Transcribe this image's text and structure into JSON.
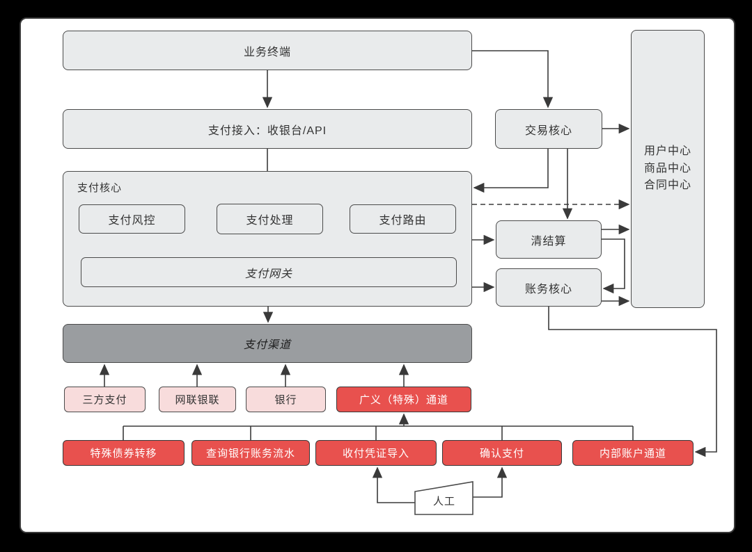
{
  "palette": {
    "canvas_bg": "#000000",
    "page_bg": "#ffffff",
    "box_fill": "#e9ebec",
    "box_border": "#4a4a4a",
    "channels_fill": "#9a9da0",
    "pink_fill": "#f8dcdc",
    "red_fill": "#e8514e",
    "red_text": "#ffffff",
    "line_color": "#3a3a3a",
    "text_color": "#333333"
  },
  "nodes": {
    "business_terminal": {
      "label": "业务终端"
    },
    "payment_access": {
      "label": "支付接入：收银台/API"
    },
    "trade_core": {
      "label": "交易核心"
    },
    "center_stack": {
      "lines": [
        "用户中心",
        "商品中心",
        "合同中心"
      ]
    },
    "payment_core": {
      "label": "支付核心"
    },
    "payment_risk": {
      "label": "支付风控"
    },
    "payment_processing": {
      "label": "支付处理"
    },
    "payment_routing": {
      "label": "支付路由"
    },
    "payment_gateway": {
      "label": "支付网关"
    },
    "clearing_settlement": {
      "label": "清结算"
    },
    "accounting_core": {
      "label": "账务核心"
    },
    "payment_channels": {
      "label": "支付渠道"
    },
    "third_party_payment": {
      "label": "三方支付"
    },
    "netsunion_unionpay": {
      "label": "网联银联"
    },
    "bank": {
      "label": "银行"
    },
    "special_channel": {
      "label": "广义（特殊）通道"
    },
    "special_bond_transfer": {
      "label": "特殊债券转移"
    },
    "query_bank_flow": {
      "label": "查询银行账务流水"
    },
    "voucher_import": {
      "label": "收付凭证导入"
    },
    "confirm_payment": {
      "label": "确认支付"
    },
    "internal_account_channel": {
      "label": "内部账户通道"
    },
    "manual": {
      "label": "人工"
    }
  }
}
